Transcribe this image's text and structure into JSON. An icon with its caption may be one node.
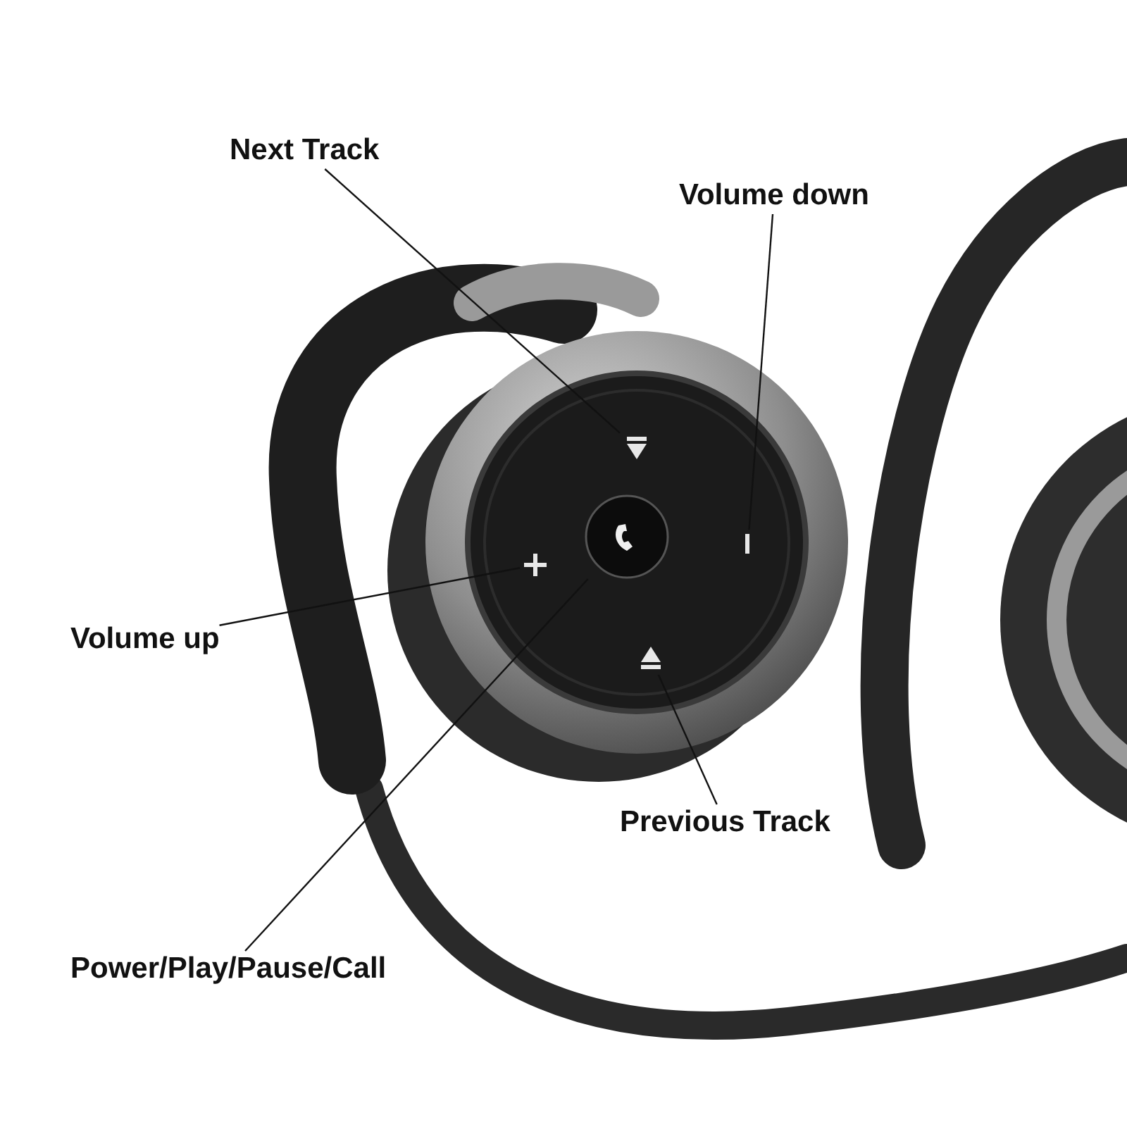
{
  "diagram": {
    "nodes": [
      {
        "text": [
          "Next Track"
        ]
      },
      {
        "text": [
          "Volume down"
        ]
      },
      {
        "text": [
          "Volume up"
        ]
      },
      {
        "text": [
          "Previous Track"
        ]
      },
      {
        "text": [
          "Power/Play/Pause/Call"
        ]
      },
      {
        "text": [],
        "shape": "button"
      },
      {
        "text": [],
        "shape": "button"
      },
      {
        "text": [],
        "shape": "button"
      },
      {
        "text": [],
        "shape": "button"
      },
      {
        "text": [],
        "shape": "button"
      }
    ],
    "edges": [
      {
        "from": 0,
        "to": 5,
        "arrow": "none"
      },
      {
        "from": 1,
        "to": 6,
        "arrow": "none"
      },
      {
        "from": 2,
        "to": 7,
        "arrow": "none"
      },
      {
        "from": 3,
        "to": 8,
        "arrow": "none"
      },
      {
        "from": 4,
        "to": 9,
        "arrow": "none"
      }
    ]
  }
}
